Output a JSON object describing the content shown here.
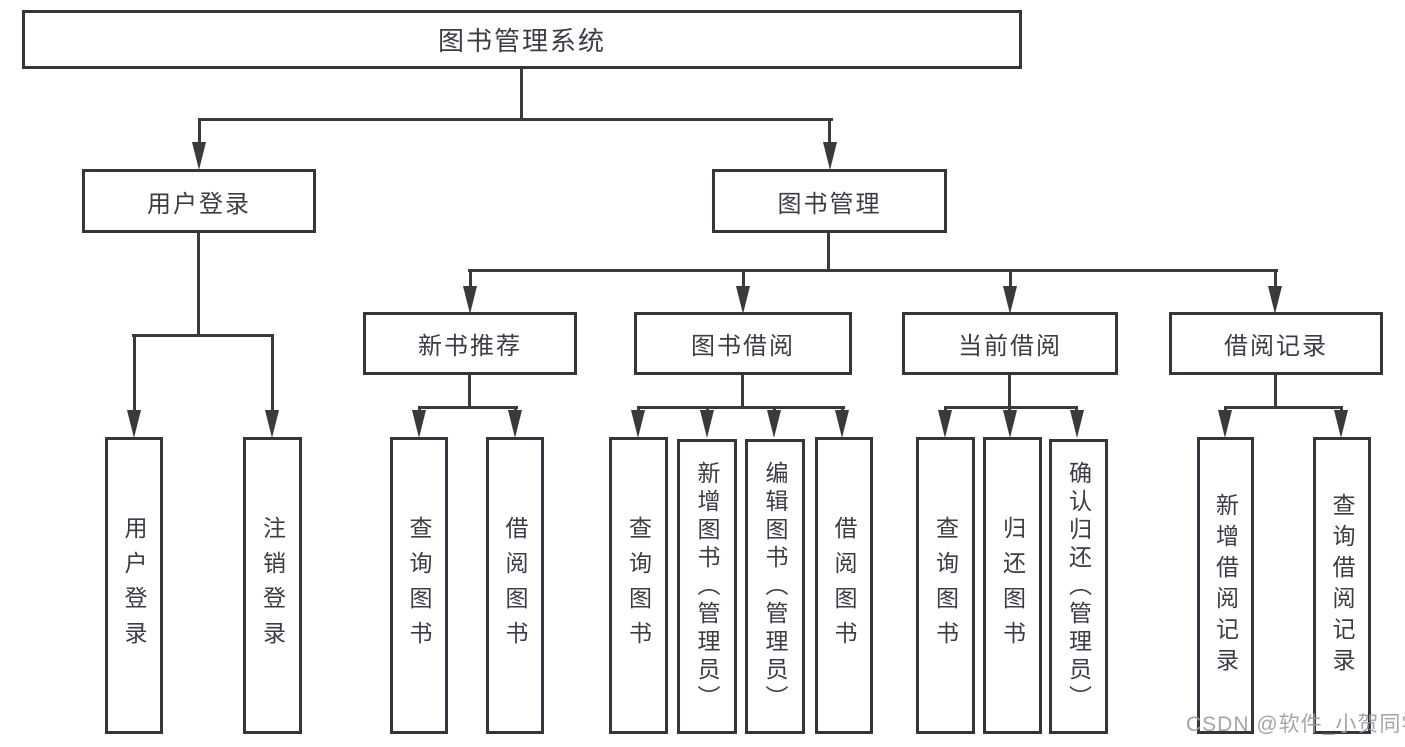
{
  "diagram_type": "hierarchy-tree",
  "colors": {
    "line": "#3a3a3a",
    "box_border": "#35353d",
    "text": "#3c3c44",
    "watermark_text_color": "#9b9ba3",
    "background": "#ffffff"
  },
  "watermark": {
    "text": "CSDN @软件_小贺同学"
  },
  "tree": {
    "label": "图书管理系统",
    "children": [
      {
        "label": "用户登录",
        "children": [
          {
            "label": "用户登录"
          },
          {
            "label": "注销登录"
          }
        ]
      },
      {
        "label": "图书管理",
        "children": [
          {
            "label": "新书推荐",
            "children": [
              {
                "label": "查询图书"
              },
              {
                "label": "借阅图书"
              }
            ]
          },
          {
            "label": "图书借阅",
            "children": [
              {
                "label": "查询图书"
              },
              {
                "label": "新增图书（管理员）"
              },
              {
                "label": "编辑图书（管理员）"
              },
              {
                "label": "借阅图书"
              }
            ]
          },
          {
            "label": "当前借阅",
            "children": [
              {
                "label": "查询图书"
              },
              {
                "label": "归还图书"
              },
              {
                "label": "确认归还（管理员）"
              }
            ]
          },
          {
            "label": "借阅记录",
            "children": [
              {
                "label": "新增借阅记录"
              },
              {
                "label": "查询借阅记录"
              }
            ]
          }
        ]
      }
    ]
  }
}
